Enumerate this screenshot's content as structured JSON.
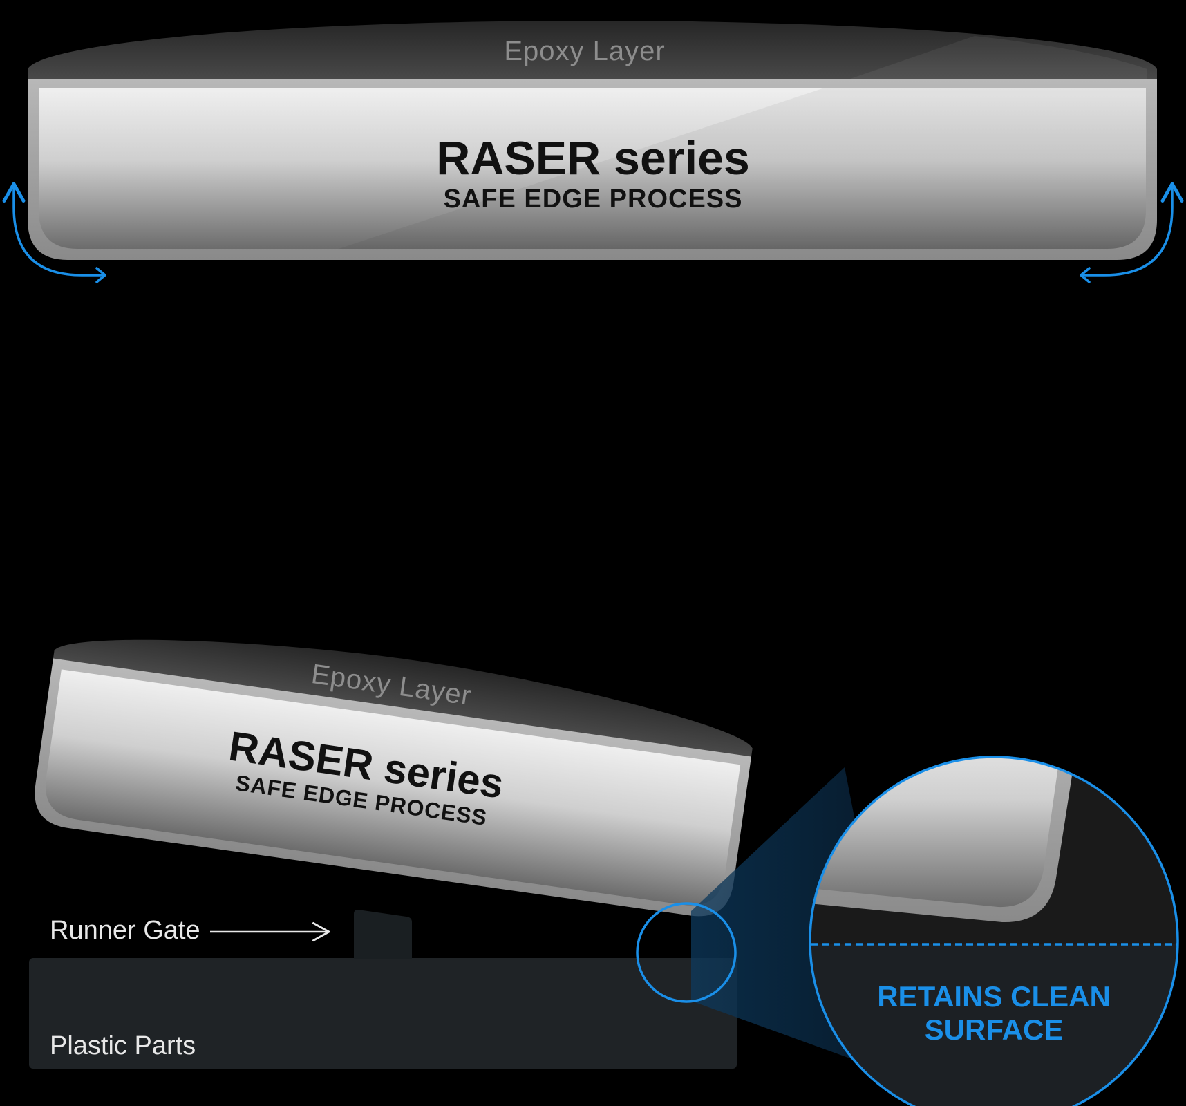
{
  "top_panel": {
    "epoxy_label": "Epoxy Layer",
    "product_title": "RASER series",
    "process_subtitle": "SAFE EDGE PROCESS"
  },
  "bottom_panel": {
    "epoxy_label": "Epoxy Layer",
    "product_title": "RASER series",
    "process_subtitle": "SAFE EDGE PROCESS",
    "runner_gate_label": "Runner Gate",
    "plastic_parts_label": "Plastic Parts"
  },
  "zoom_callout": {
    "text_line1": "RETAINS CLEAN",
    "text_line2": "SURFACE"
  },
  "colors": {
    "background": "#000000",
    "accent": "#1a8fe8",
    "plastic_parts": "#1f2326",
    "runner_gate": "#1a1f22"
  },
  "icons": {
    "left_arrow": "curved-arrow-icon",
    "right_arrow": "curved-arrow-icon",
    "runner_arrow": "right-arrow-icon"
  }
}
